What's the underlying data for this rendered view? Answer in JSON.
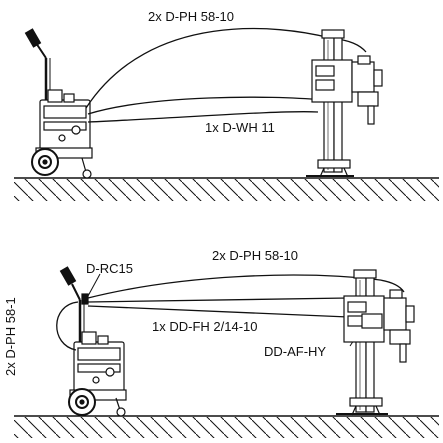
{
  "diagram": {
    "top": {
      "hose_label": "2x D-PH 58-10",
      "water_label": "1x D-WH 11"
    },
    "bottom": {
      "hose_label": "2x D-PH 58-10",
      "remote_label": "D-RC15",
      "side_hose_label": "2x D-PH 58-1",
      "cable_label": "1x DD-FH 2/14-10",
      "adapter_label": "DD-AF-HY"
    }
  }
}
